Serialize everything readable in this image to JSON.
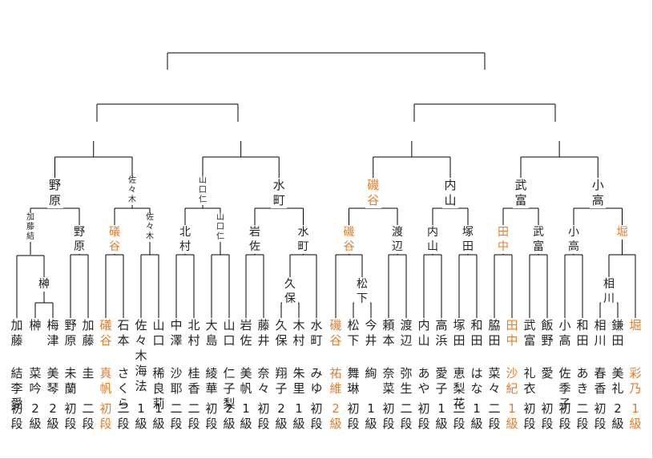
{
  "colors": {
    "line": "#000000",
    "text": "#222222",
    "highlight": "#e57c2a"
  },
  "players": [
    {
      "surname": "加藤",
      "given": "結李愛",
      "rank": "初段",
      "highlight": false
    },
    {
      "surname": "榊",
      "given": "菜吟",
      "rank": "2級",
      "highlight": false
    },
    {
      "surname": "梅津",
      "given": "美琴",
      "rank": "2級",
      "highlight": false
    },
    {
      "surname": "野原",
      "given": "未蘭",
      "rank": "初段",
      "highlight": false
    },
    {
      "surname": "加藤",
      "given": "圭",
      "rank": "二段",
      "highlight": false
    },
    {
      "surname": "礒谷",
      "given": "真帆",
      "rank": "初段",
      "highlight": true
    },
    {
      "surname": "石本",
      "given": "さくら",
      "rank": "二段",
      "highlight": false
    },
    {
      "surname": "佐々木",
      "given": "海法",
      "rank": "1級",
      "highlight": false
    },
    {
      "surname": "山口",
      "given": "稀良莉",
      "rank": "1級",
      "highlight": false
    },
    {
      "surname": "中澤",
      "given": "沙耶",
      "rank": "二段",
      "highlight": false
    },
    {
      "surname": "北村",
      "given": "桂香",
      "rank": "二段",
      "highlight": false
    },
    {
      "surname": "大島",
      "given": "綾華",
      "rank": "初段",
      "highlight": false
    },
    {
      "surname": "山口",
      "given": "仁子梨",
      "rank": "2級",
      "highlight": false
    },
    {
      "surname": "岩佐",
      "given": "美帆",
      "rank": "1級",
      "highlight": false
    },
    {
      "surname": "藤井",
      "given": "奈々",
      "rank": "初段",
      "highlight": false
    },
    {
      "surname": "久保",
      "given": "翔子",
      "rank": "2級",
      "highlight": false
    },
    {
      "surname": "木村",
      "given": "朱里",
      "rank": "1級",
      "highlight": false
    },
    {
      "surname": "水町",
      "given": "みゆ",
      "rank": "初段",
      "highlight": false
    },
    {
      "surname": "磯谷",
      "given": "祐維",
      "rank": "2級",
      "highlight": true
    },
    {
      "surname": "松下",
      "given": "舞琳",
      "rank": "初段",
      "highlight": false
    },
    {
      "surname": "今井",
      "given": "絢",
      "rank": "1級",
      "highlight": false
    },
    {
      "surname": "頼本",
      "given": "奈菜",
      "rank": "初段",
      "highlight": false
    },
    {
      "surname": "渡辺",
      "given": "弥生",
      "rank": "二段",
      "highlight": false
    },
    {
      "surname": "内山",
      "given": "あや",
      "rank": "初段",
      "highlight": false
    },
    {
      "surname": "高浜",
      "given": "愛子",
      "rank": "1級",
      "highlight": false
    },
    {
      "surname": "塚田",
      "given": "恵梨花",
      "rank": "二段",
      "highlight": false
    },
    {
      "surname": "和田",
      "given": "はな",
      "rank": "1級",
      "highlight": false
    },
    {
      "surname": "脇田",
      "given": "菜々",
      "rank": "二段",
      "highlight": false
    },
    {
      "surname": "田中",
      "given": "沙紀",
      "rank": "1級",
      "highlight": true
    },
    {
      "surname": "武富",
      "given": "礼衣",
      "rank": "初段",
      "highlight": false
    },
    {
      "surname": "飯野",
      "given": "愛",
      "rank": "初段",
      "highlight": false
    },
    {
      "surname": "小高",
      "given": "佐季子",
      "rank": "初段",
      "highlight": false
    },
    {
      "surname": "和田",
      "given": "あき",
      "rank": "二段",
      "highlight": false
    },
    {
      "surname": "相川",
      "given": "春香",
      "rank": "初段",
      "highlight": false
    },
    {
      "surname": "鎌田",
      "given": "美礼",
      "rank": "2級",
      "highlight": false
    },
    {
      "surname": "堀",
      "given": "彩乃",
      "rank": "1級",
      "highlight": true
    }
  ],
  "bracket_labels": [
    {
      "key": "r1-2",
      "text": "榊",
      "size": "mid",
      "highlight": false
    },
    {
      "key": "r1-15",
      "text": "久\n保",
      "size": "mid",
      "highlight": false
    },
    {
      "key": "r1-19",
      "text": "松\n下",
      "size": "mid",
      "highlight": false
    },
    {
      "key": "r1-33",
      "text": "相\n川",
      "size": "mid",
      "highlight": false
    },
    {
      "key": "r2-1",
      "text": "加\n藤\n結",
      "size": "small",
      "highlight": false
    },
    {
      "key": "r2-4",
      "text": "野\n原",
      "size": "mid",
      "highlight": false
    },
    {
      "key": "r2-6",
      "text": "礒\n谷",
      "size": "mid",
      "highlight": true
    },
    {
      "key": "r2-8",
      "text": "佐\n々\n木",
      "size": "small",
      "highlight": false
    },
    {
      "key": "r2-10",
      "text": "北\n村",
      "size": "mid",
      "highlight": false
    },
    {
      "key": "r2-12",
      "text": "山\n口\n仁",
      "size": "small",
      "highlight": false
    },
    {
      "key": "r2-14",
      "text": "岩\n佐",
      "size": "mid",
      "highlight": false
    },
    {
      "key": "r2-16",
      "text": "水\n町",
      "size": "mid",
      "highlight": false
    },
    {
      "key": "r2-18",
      "text": "磯\n谷",
      "size": "mid",
      "highlight": true
    },
    {
      "key": "r2-21",
      "text": "渡\n辺",
      "size": "mid",
      "highlight": false
    },
    {
      "key": "r2-23",
      "text": "内\n山",
      "size": "mid",
      "highlight": false
    },
    {
      "key": "r2-25",
      "text": "塚\n田",
      "size": "mid",
      "highlight": false
    },
    {
      "key": "r2-27",
      "text": "田\n中",
      "size": "mid",
      "highlight": true
    },
    {
      "key": "r2-29",
      "text": "武\n富",
      "size": "mid",
      "highlight": false
    },
    {
      "key": "r2-31",
      "text": "小\n高",
      "size": "mid",
      "highlight": false
    },
    {
      "key": "r2-33",
      "text": "堀",
      "size": "mid",
      "highlight": true
    },
    {
      "key": "r3-1",
      "text": "野\n原",
      "size": "big",
      "highlight": false
    },
    {
      "key": "r3-2",
      "text": "佐\n々\n木",
      "size": "small",
      "highlight": false
    },
    {
      "key": "r3-3",
      "text": "山\n口\n仁",
      "size": "small",
      "highlight": false
    },
    {
      "key": "r3-4",
      "text": "水\n町",
      "size": "big",
      "highlight": false
    },
    {
      "key": "r3-5",
      "text": "磯\n谷",
      "size": "big",
      "highlight": true
    },
    {
      "key": "r3-6",
      "text": "内\n山",
      "size": "big",
      "highlight": false
    },
    {
      "key": "r3-7",
      "text": "武\n富",
      "size": "big",
      "highlight": false
    },
    {
      "key": "r3-8",
      "text": "小\n高",
      "size": "big",
      "highlight": false
    }
  ]
}
